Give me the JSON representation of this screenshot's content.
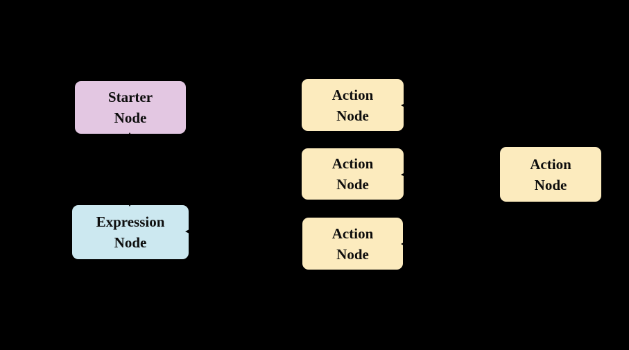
{
  "diagram": {
    "background_color": "#000000",
    "node_border_color": "#000000",
    "node_text_color": "#0d0d0d",
    "nodes": [
      {
        "id": "starter",
        "type": "starter",
        "color": "#e3c7e2",
        "lines": [
          "Starter",
          "Node"
        ],
        "label": "Starter Node"
      },
      {
        "id": "expression",
        "type": "expression",
        "color": "#cce8f0",
        "lines": [
          "Expression",
          "Node"
        ],
        "label": "Expression Node"
      },
      {
        "id": "action-1",
        "type": "action",
        "color": "#fcebbe",
        "lines": [
          "Action",
          "Node"
        ],
        "label": "Action Node"
      },
      {
        "id": "action-2",
        "type": "action",
        "color": "#fcebbe",
        "lines": [
          "Action",
          "Node"
        ],
        "label": "Action Node"
      },
      {
        "id": "action-3",
        "type": "action",
        "color": "#fcebbe",
        "lines": [
          "Action",
          "Node"
        ],
        "label": "Action Node"
      },
      {
        "id": "action-right",
        "type": "action",
        "color": "#fcebbe",
        "lines": [
          "Action",
          "Node"
        ],
        "label": "Action Node"
      }
    ],
    "connector_color": "#000000"
  }
}
